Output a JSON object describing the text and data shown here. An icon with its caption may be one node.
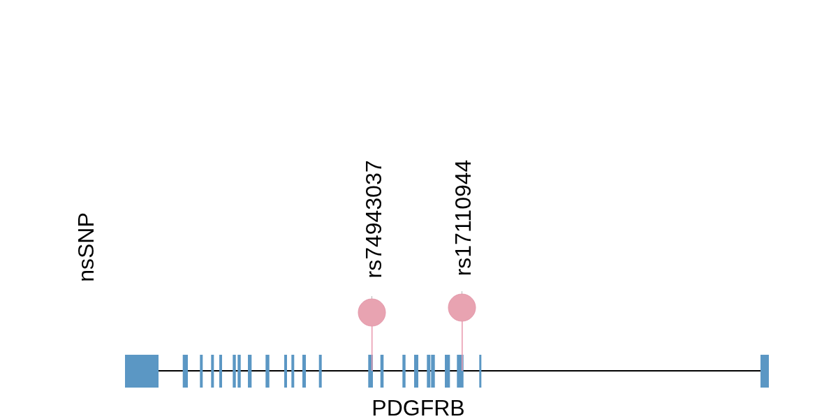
{
  "diagram": {
    "nodes": [
      {
        "text": [
          "PDGFRB"
        ]
      },
      {
        "text": [],
        "shape": "circle",
        "beside": [
          "rs74943037"
        ]
      },
      {
        "text": [],
        "shape": "circle",
        "beside": [
          "rs17110944"
        ]
      }
    ],
    "edges": [
      {
        "from": 1,
        "to": 0,
        "arrow": "none"
      },
      {
        "from": 2,
        "to": 0,
        "arrow": "none"
      }
    ],
    "labels": [
      "nsSNP"
    ]
  }
}
